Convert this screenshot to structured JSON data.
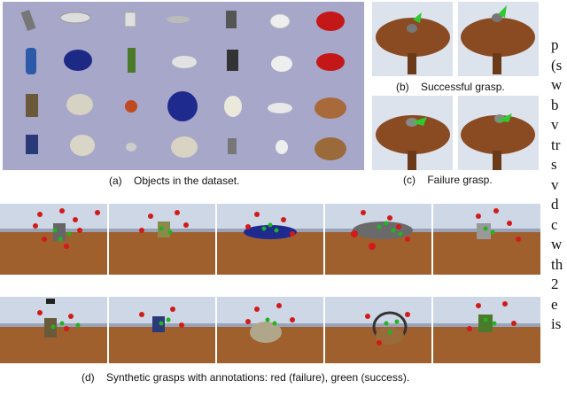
{
  "figure": {
    "caption_a": "(a)    Objects in the dataset.",
    "caption_b": "(b)    Successful grasp.",
    "caption_c": "(c)    Failure grasp.",
    "caption_d": "(d)    Synthetic grasps with annotations: red (failure), green (success)."
  },
  "body_text_fragments": [
    "p",
    "(s",
    "w",
    "b",
    "v",
    "tr",
    "s",
    "v",
    "d",
    "c",
    "w",
    "th",
    "2",
    "e",
    "is"
  ],
  "colors": {
    "dataset_bg": "#a7a7c9",
    "table_wood": "#8a4a22",
    "floor_wood": "#a0602e",
    "sky": "#cdd7e6",
    "fail_marker": "#d21a1a",
    "success_marker": "#22b322"
  }
}
